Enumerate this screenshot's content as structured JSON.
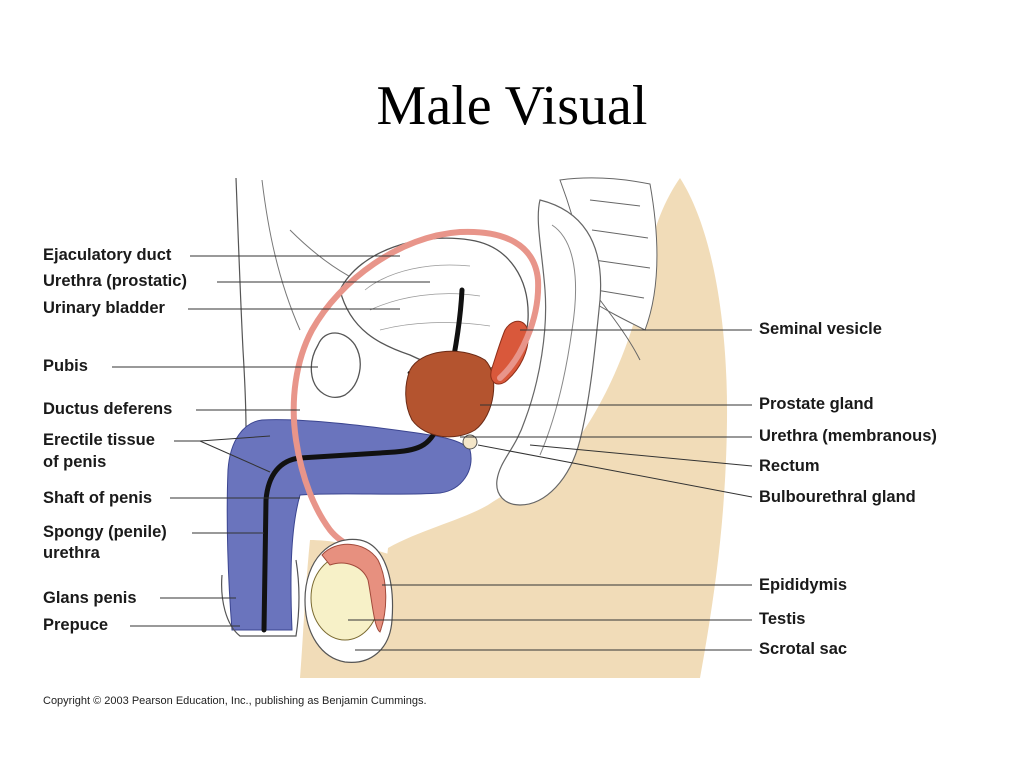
{
  "title": "Male Visual",
  "labels_left": {
    "ejaculatory_duct": "Ejaculatory duct",
    "urethra_prostatic": "Urethra (prostatic)",
    "urinary_bladder": "Urinary bladder",
    "pubis": "Pubis",
    "ductus_deferens": "Ductus deferens",
    "erectile_tissue_line1": "Erectile tissue",
    "erectile_tissue_line2": "of penis",
    "shaft_of_penis": "Shaft of penis",
    "spongy_urethra_line1": "Spongy (penile)",
    "spongy_urethra_line2": "urethra",
    "glans_penis": "Glans penis",
    "prepuce": "Prepuce"
  },
  "labels_right": {
    "seminal_vesicle": "Seminal vesicle",
    "prostate_gland": "Prostate gland",
    "urethra_membranous": "Urethra (membranous)",
    "rectum": "Rectum",
    "bulbourethral_gland": "Bulbourethral gland",
    "epididymis": "Epididymis",
    "testis": "Testis",
    "scrotal_sac": "Scrotal sac"
  },
  "copyright": "Copyright © 2003 Pearson Education, Inc., publishing as Benjamin Cummings.",
  "colors": {
    "skin": "#f1dcb8",
    "erectile_tissue": "#6a74bd",
    "ductus": "#e8958a",
    "prostate": "#b4542f",
    "seminal_vesicle": "#d9583b",
    "testis": "#f7f1c8",
    "epididymis": "#e7907f",
    "urethra": "#111111",
    "outline": "#555555"
  }
}
